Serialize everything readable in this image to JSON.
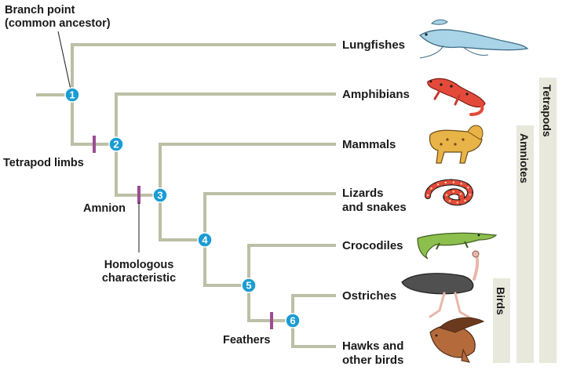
{
  "callouts": {
    "branch_point_line1": "Branch point",
    "branch_point_line2": "(common ancestor)",
    "homologous_line1": "Homologous",
    "homologous_line2": "characteristic"
  },
  "characters": {
    "tetrapod_limbs": "Tetrapod limbs",
    "amnion": "Amnion",
    "feathers": "Feathers"
  },
  "taxa": [
    {
      "name": "Lungfishes",
      "name2": ""
    },
    {
      "name": "Amphibians",
      "name2": ""
    },
    {
      "name": "Mammals",
      "name2": ""
    },
    {
      "name": "Lizards",
      "name2": "and snakes"
    },
    {
      "name": "Crocodiles",
      "name2": ""
    },
    {
      "name": "Ostriches",
      "name2": ""
    },
    {
      "name": "Hawks and",
      "name2": "other birds"
    }
  ],
  "nodes": [
    "1",
    "2",
    "3",
    "4",
    "5",
    "6"
  ],
  "clades": {
    "tetrapods": "Tetrapods",
    "amniotes": "Amniotes",
    "birds": "Birds"
  },
  "colors": {
    "branch": "#bdbfa6",
    "node": "#1a9cd4",
    "marker": "#9b4d94",
    "clade_bar": "#e8e8dc"
  }
}
